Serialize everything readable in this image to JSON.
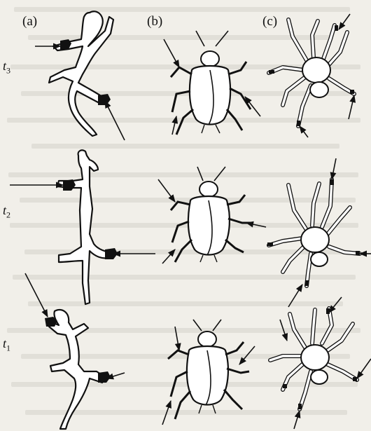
{
  "panels": [
    {
      "id": "a",
      "label": "(a)",
      "subject": "lizard"
    },
    {
      "id": "b",
      "label": "(b)",
      "subject": "cockroach"
    },
    {
      "id": "c",
      "label": "(c)",
      "subject": "spider"
    }
  ],
  "rows": [
    {
      "id": "t3",
      "base": "t",
      "sub": "3"
    },
    {
      "id": "t2",
      "base": "t",
      "sub": "2"
    },
    {
      "id": "t1",
      "base": "t",
      "sub": "1"
    }
  ],
  "colors": {
    "background": "#f1efe9",
    "ink": "#111111",
    "body_fill": "#ffffff",
    "foot_mark": "#111111",
    "faint_text": "#8a857b"
  },
  "icons": [
    "lizard-figure",
    "cockroach-figure",
    "spider-figure",
    "force-arrow",
    "foot-contact-marker"
  ]
}
